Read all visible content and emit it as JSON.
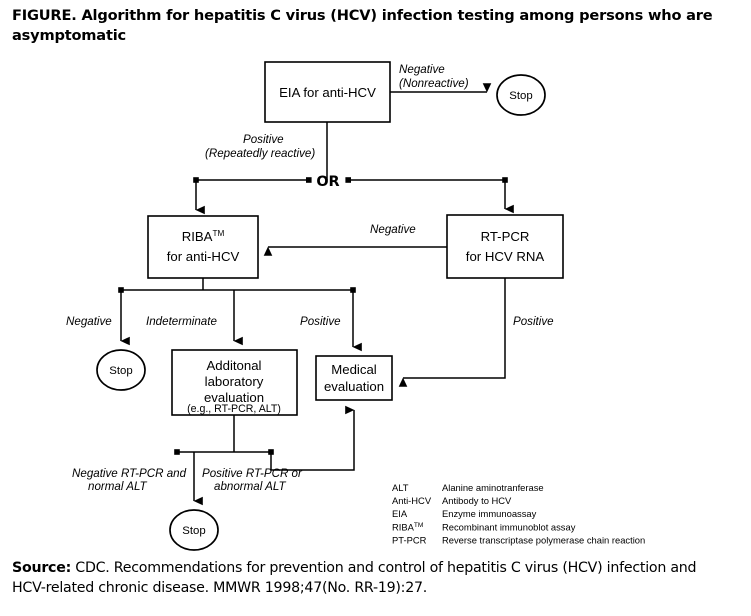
{
  "figure": {
    "title": "FIGURE. Algorithm for hepatitis C virus (HCV) infection testing among persons who are asymptomatic",
    "source_prefix": "Source:",
    "source_text": " CDC. Recommendations for prevention and control of hepatitis C virus (HCV) infection and HCV-related chronic disease. MMWR 1998;47(No. RR-19):27."
  },
  "nodes": {
    "eia": {
      "line1": "EIA for anti-HCV"
    },
    "riba": {
      "line1": "RIBA",
      "tm": "TM",
      "line2": "for anti-HCV"
    },
    "rtpcr": {
      "line1": "RT-PCR",
      "line2": "for HCV RNA"
    },
    "addlab": {
      "line1": "Additonal",
      "line2": "laboratory",
      "line3": "evaluation",
      "line4": "(e.g., RT-PCR, ALT)"
    },
    "medical": {
      "line1": "Medical",
      "line2": "evaluation"
    },
    "stop_top": {
      "label": "Stop"
    },
    "stop_riba_negative": {
      "label": "Stop"
    },
    "stop_bottom": {
      "label": "Stop"
    },
    "or_junction": {
      "label": "OR"
    }
  },
  "edges": {
    "eia_negative": {
      "line1": "Negative",
      "line2": "(Nonreactive)"
    },
    "eia_positive": {
      "line1": "Positive",
      "line2": "(Repeatedly reactive)"
    },
    "rtpcr_negative": {
      "line1": "Negative"
    },
    "rtpcr_positive": {
      "line1": "Positive"
    },
    "riba_negative": {
      "line1": "Negative"
    },
    "riba_indeterminate": {
      "line1": "Indeterminate"
    },
    "riba_positive": {
      "line1": "Positive"
    },
    "lab_negative": {
      "line1": "Negative RT-PCR and",
      "line2": "normal ALT"
    },
    "lab_positive": {
      "line1": "Positive RT-PCR or",
      "line2": "abnormal ALT"
    }
  },
  "abbreviations": [
    {
      "key": "ALT",
      "tm": "",
      "value": "Alanine aminotranferase"
    },
    {
      "key": "Anti-HCV",
      "tm": "",
      "value": "Antibody to HCV"
    },
    {
      "key": "EIA",
      "tm": "",
      "value": "Enzyme immunoassay"
    },
    {
      "key": "RIBA",
      "tm": "TM",
      "value": "Recombinant immunoblot assay"
    },
    {
      "key": "PT-PCR",
      "tm": "",
      "value": "Reverse transcriptase polymerase chain reaction"
    }
  ],
  "colors": {
    "background": "#ffffff",
    "ink": "#000000"
  }
}
